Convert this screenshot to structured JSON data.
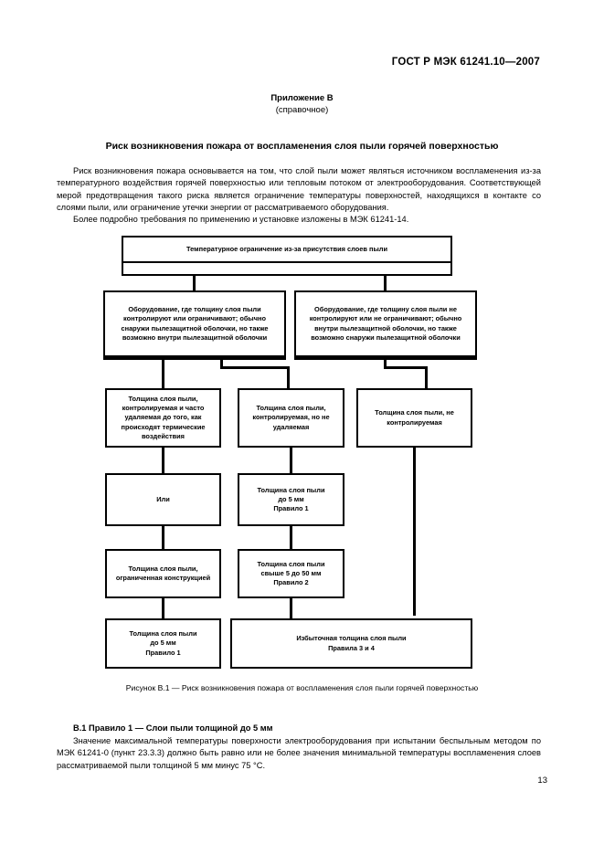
{
  "document": {
    "standard_header": "ГОСТ Р МЭК 61241.10—2007",
    "page_number": "13"
  },
  "annex": {
    "title": "Приложение В",
    "subtitle": "(справочное)",
    "heading": "Риск возникновения пожара от воспламенения слоя пыли горячей поверхностью"
  },
  "intro": {
    "para1": "Риск возникновения пожара основывается на том, что слой пыли может являться источником воспламенения из-за температурного воздействия горячей поверхностью или тепловым потоком от электрооборудования. Соответствующей мерой предотвращения такого риска является ограничение температуры поверхностей, находящихся в контакте со слоями пыли, или ограничение утечки энергии от рассматриваемого оборудования.",
    "para2": "Более подробно требования по применению и установке изложены в МЭК 61241-14."
  },
  "figure": {
    "caption": "Рисунок В.1 — Риск возникновения пожара от воспламенения слоя пыли горячей поверхностью",
    "nodes": {
      "root": "Температурное ограничение из-за присутствия слоев пыли",
      "left_branch": "Оборудование, где толщину слоя пыли контролируют или ограничивают; обычно снаружи пылезащитной оболочки, но также возможно внутри пылезащитной оболочки",
      "right_branch": "Оборудование, где толщину слоя пыли не контролируют или не ограничивают; обычно внутри пылезащитной оболочки, но также возможно снаружи пылезащитной оболочки",
      "col1_r3": "Толщина слоя пыли, контролируемая и часто удаляемая до того, как происходят термические воздействия",
      "col2_r3": "Толщина слоя пыли, контролируемая, но не удаляемая",
      "col3_r3": "Толщина слоя пыли, не контролируемая",
      "col1_r4": "Или",
      "col2_r4": "Толщина слоя пыли\nдо 5 мм\nПравило 1",
      "col1_r5": "Толщина слоя пыли, ограниченная конструкцией",
      "col2_r5": "Толщина слоя пыли\nсвыше 5 до 50 мм\nПравило 2",
      "col1_r6": "Толщина слоя пыли\nдо 5 мм\nПравило 1",
      "col2_r6": "Избыточная толщина слоя пыли\nПравила 3 и 4"
    }
  },
  "clause": {
    "heading": "В.1  Правило 1 — Слои пыли толщиной до 5 мм",
    "body": "Значение максимальной температуры поверхности электрооборудования при испытании беспыльным методом по МЭК 61241-0 (пункт 23.3.3) должно быть равно или не более значения минимальной температуры воспламенения слоев рассматриваемой пыли толщиной 5 мм минус 75 °С."
  }
}
